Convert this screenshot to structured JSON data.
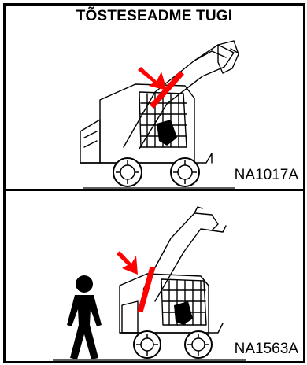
{
  "heading": "TÕSTESEADME TUGI",
  "panels": [
    {
      "code": "NA1017A",
      "highlight_color": "#ff0000"
    },
    {
      "code": "NA1563A",
      "highlight_color": "#ff0000"
    }
  ],
  "icons": [
    "skid-steer-loader-icon",
    "lift-arm-support-icon",
    "warning-arrow-icon",
    "person-silhouette-icon"
  ]
}
